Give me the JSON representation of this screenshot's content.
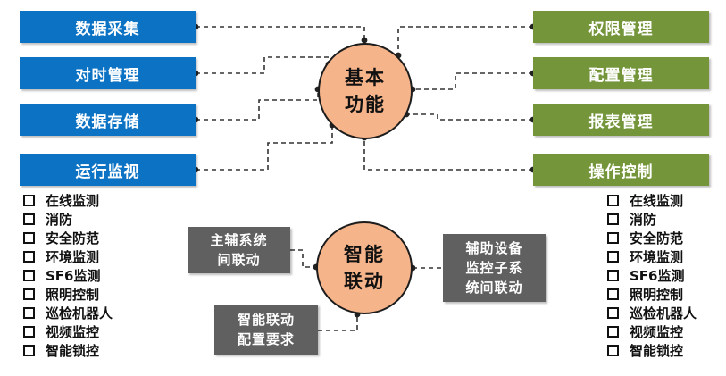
{
  "core": {
    "basic_l1": "基本",
    "basic_l2": "功能",
    "smart_l1": "智能",
    "smart_l2": "联动"
  },
  "left_modules": [
    "数据采集",
    "对时管理",
    "数据存储",
    "运行监视"
  ],
  "right_modules": [
    "权限管理",
    "配置管理",
    "报表管理",
    "操作控制"
  ],
  "linkage": {
    "main_aux": [
      "主辅系统",
      "间联动"
    ],
    "aux_monitor": [
      "辅助设备",
      "监控子系",
      "统间联动"
    ],
    "config_req": [
      "智能联动",
      "配置要求"
    ]
  },
  "left_list": [
    "在线监测",
    "消防",
    "安全防范",
    "环境监测",
    "SF6监测",
    "照明控制",
    "巡检机器人",
    "视频监控",
    "智能锁控"
  ],
  "right_list": [
    "在线监测",
    "消防",
    "安全防范",
    "环境监测",
    "SF6监测",
    "照明控制",
    "巡检机器人",
    "视频监控",
    "智能锁控"
  ],
  "colors": {
    "left_box": "#0b72c4",
    "right_box": "#74953a",
    "linkage_box": "#606060",
    "circle_fill": "#f6b48a"
  }
}
